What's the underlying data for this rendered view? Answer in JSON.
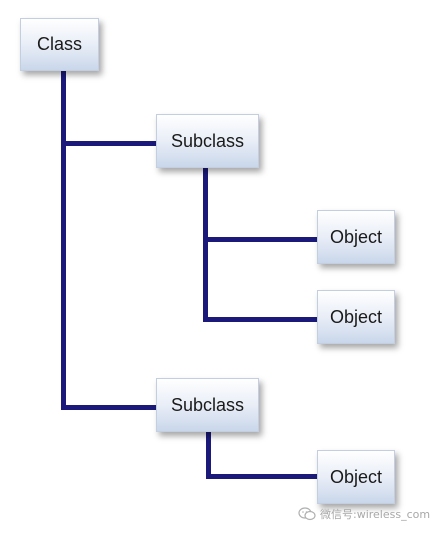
{
  "diagram": {
    "line_color": "#1b1a7a",
    "nodes": {
      "root": {
        "label": "Class"
      },
      "subclass_1": {
        "label": "Subclass"
      },
      "subclass_2": {
        "label": "Subclass"
      },
      "object_1": {
        "label": "Object"
      },
      "object_2": {
        "label": "Object"
      },
      "object_3": {
        "label": "Object"
      }
    }
  },
  "watermark": {
    "text": "微信号:wireless_com",
    "icon": "wechat-icon"
  }
}
